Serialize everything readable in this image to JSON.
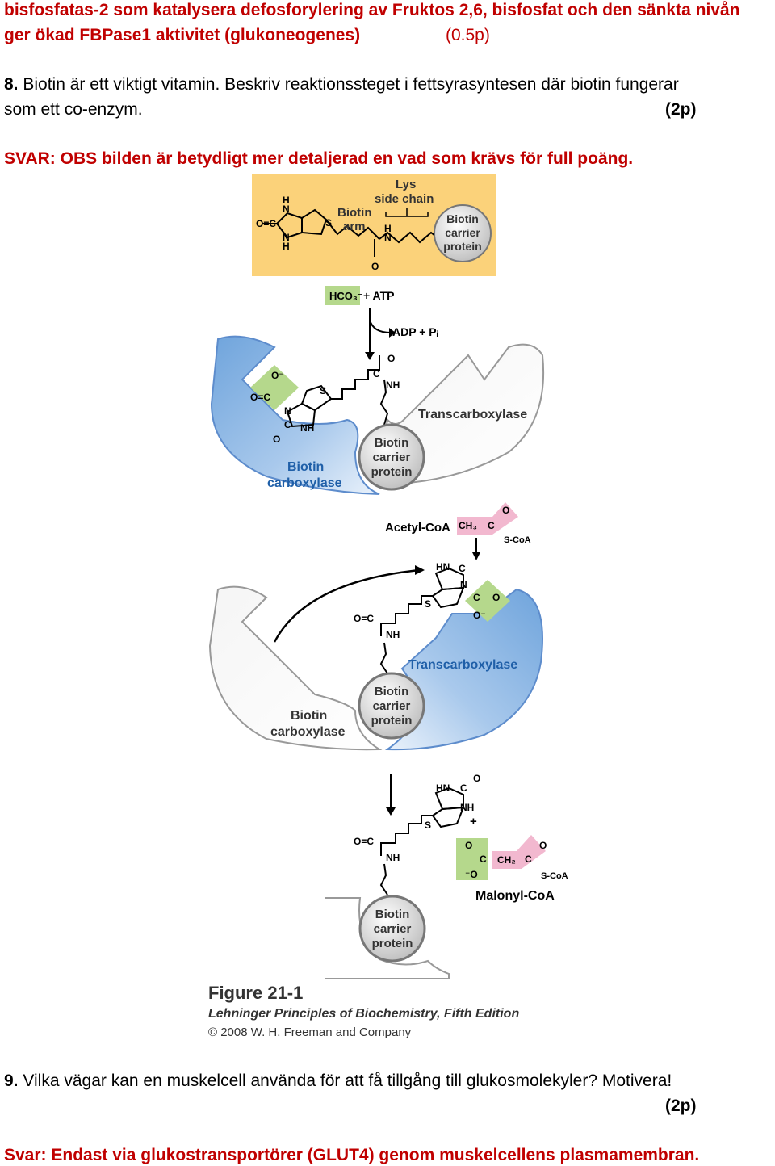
{
  "prev_answer": {
    "line1": "bisfosfatas-2 som katalysera defosforylering av Fruktos 2,6, bisfosfat och den sänkta nivån",
    "line2": "ger ökad FBPase1 aktivitet (glukoneogenes)",
    "points": "(0.5p)"
  },
  "q8": {
    "number": "8.",
    "line1": "Biotin är ett viktigt vitamin. Beskriv reaktionssteget i fettsyrasyntesen där biotin fungerar",
    "line2": "som ett co-enzym.",
    "points": "(2p)",
    "answer": "SVAR: OBS bilden är betydligt mer detaljerad en vad som krävs för full poäng."
  },
  "figure": {
    "inset_lys1": "Lys",
    "inset_lys2": "side chain",
    "inset_arm1": "Biotin",
    "inset_arm2": "arm",
    "bcp1": "Biotin",
    "bcp2": "carrier",
    "bcp3": "protein",
    "hco3": "HCO₃⁻",
    "atp": "+ ATP",
    "adp": "ADP + Pᵢ",
    "transcarboxylase": "Transcarboxylase",
    "biotin_carboxylase1": "Biotin",
    "biotin_carboxylase2": "carboxylase",
    "acetyl_coa": "Acetyl-CoA",
    "ch3": "CH₃",
    "scoa": "S-CoA",
    "malonyl_coa": "Malonyl-CoA",
    "ch2": "CH₂",
    "caption_title": "Figure 21-1",
    "caption_book": "Lehninger Principles of Biochemistry, Fifth Edition",
    "caption_copy": "© 2008 W. H. Freeman and Company",
    "colors": {
      "blue": "#6fa4dc",
      "green": "#b5d88c",
      "pink": "#f2b8cf",
      "inset_bg": "#fbd27a"
    }
  },
  "q9": {
    "number": "9.",
    "line1": "Vilka vägar kan en muskelcell använda för att få tillgång till glukosmolekyler? Motivera!",
    "points": "(2p)",
    "answer": "Svar: Endast via glukostransportörer (GLUT4) genom muskelcellens plasmamembran."
  }
}
